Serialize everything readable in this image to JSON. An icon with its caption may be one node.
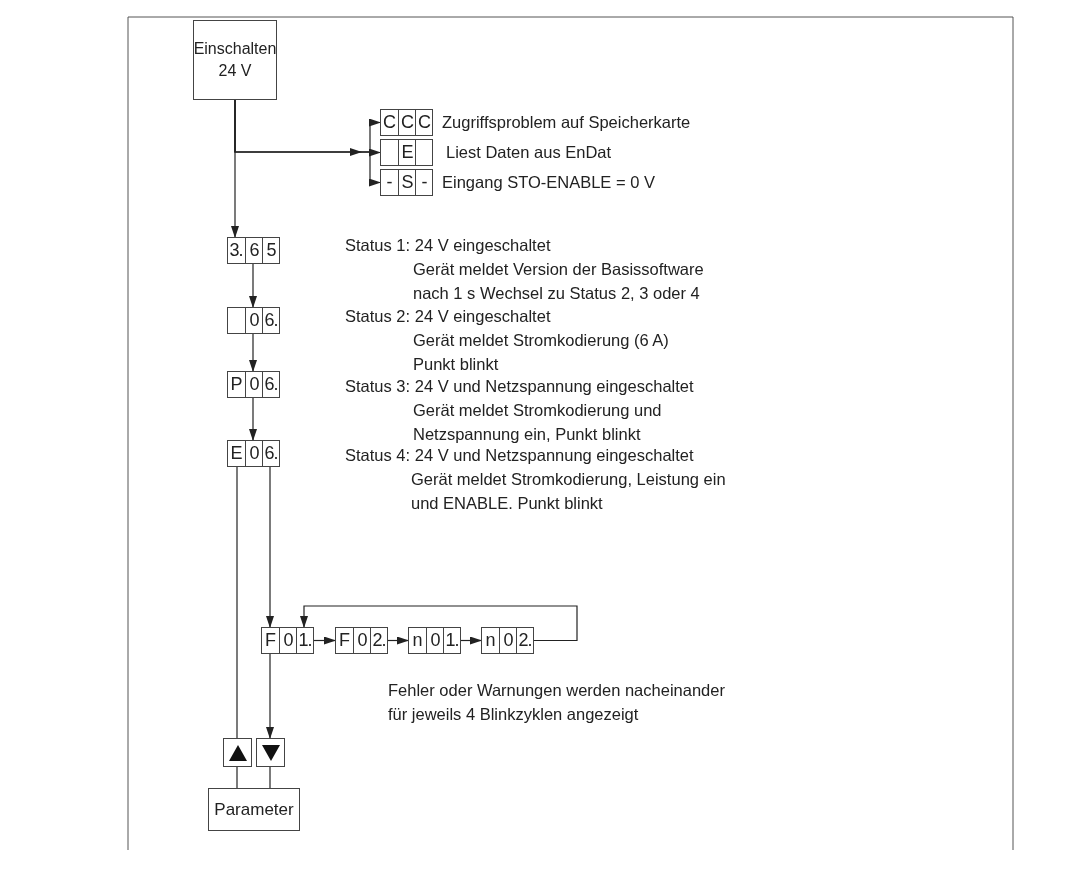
{
  "diagram": {
    "nodes": [
      {
        "text": [
          "Einschalten 24 V"
        ]
      },
      {
        "text": [
          "C",
          "C",
          "C"
        ],
        "beside": [
          "Zugriffsproblem auf Speicherkarte"
        ]
      },
      {
        "text": [
          "E"
        ],
        "beside": [
          "Liest Daten aus EnDat"
        ]
      },
      {
        "text": [
          "-",
          "S",
          "-"
        ],
        "beside": [
          "Eingang STO-ENABLE = 0 V"
        ]
      },
      {
        "text": [
          "3.",
          "6",
          "5"
        ],
        "beside": [
          "Status 1: 24 V eingeschaltet",
          "Gerät meldet Version der Basissoftware nach 1 s Wechsel zu Status 2, 3 oder 4"
        ]
      },
      {
        "text": [
          "0",
          "6."
        ],
        "beside": [
          "Status 2: 24 V eingeschaltet",
          "Gerät meldet Stromkodierung (6 A) Punkt blinkt"
        ]
      },
      {
        "text": [
          "P",
          "0",
          "6."
        ],
        "beside": [
          "Status 3: 24 V und Netzspannung eingeschaltet",
          "Gerät meldet Stromkodierung und Netzspannung ein, Punkt blinkt"
        ]
      },
      {
        "text": [
          "E",
          "0",
          "6."
        ],
        "beside": [
          "Status 4: 24 V und Netzspannung eingeschaltet",
          "Gerät meldet Stromkodierung, Leistung ein und ENABLE. Punkt blinkt"
        ]
      },
      {
        "text": [
          "F",
          "0",
          "1."
        ]
      },
      {
        "text": [
          "F",
          "0",
          "2."
        ]
      },
      {
        "text": [
          "n",
          "0",
          "1."
        ]
      },
      {
        "text": [
          "n",
          "0",
          "2."
        ]
      },
      {
        "text": [],
        "shape": "box"
      },
      {
        "text": [],
        "shape": "box"
      },
      {
        "text": [
          "Parameter"
        ]
      }
    ],
    "edges": [
      {
        "from": 0,
        "to": 1,
        "arrow": "to"
      },
      {
        "from": 0,
        "to": 2,
        "arrow": "to"
      },
      {
        "from": 0,
        "to": 3,
        "arrow": "to"
      },
      {
        "from": 0,
        "to": 4,
        "arrow": "to"
      },
      {
        "from": 4,
        "to": 5,
        "arrow": "to"
      },
      {
        "from": 5,
        "to": 6,
        "arrow": "to"
      },
      {
        "from": 6,
        "to": 7,
        "arrow": "to"
      },
      {
        "from": 7,
        "to": 12,
        "arrow": "none"
      },
      {
        "from": 7,
        "to": 8,
        "arrow": "to"
      },
      {
        "from": 8,
        "to": 9,
        "arrow": "to"
      },
      {
        "from": 9,
        "to": 10,
        "arrow": "to"
      },
      {
        "from": 10,
        "to": 11,
        "arrow": "to"
      },
      {
        "from": 11,
        "to": 8,
        "arrow": "to"
      },
      {
        "from": 8,
        "to": 13,
        "arrow": "to"
      },
      {
        "from": 12,
        "to": 14,
        "arrow": "none"
      },
      {
        "from": 13,
        "to": 14,
        "arrow": "none"
      }
    ],
    "labels": [
      "Fehler oder Warnungen werden nacheinander für jeweils 4 Blinkzyklen angezeigt"
    ]
  }
}
